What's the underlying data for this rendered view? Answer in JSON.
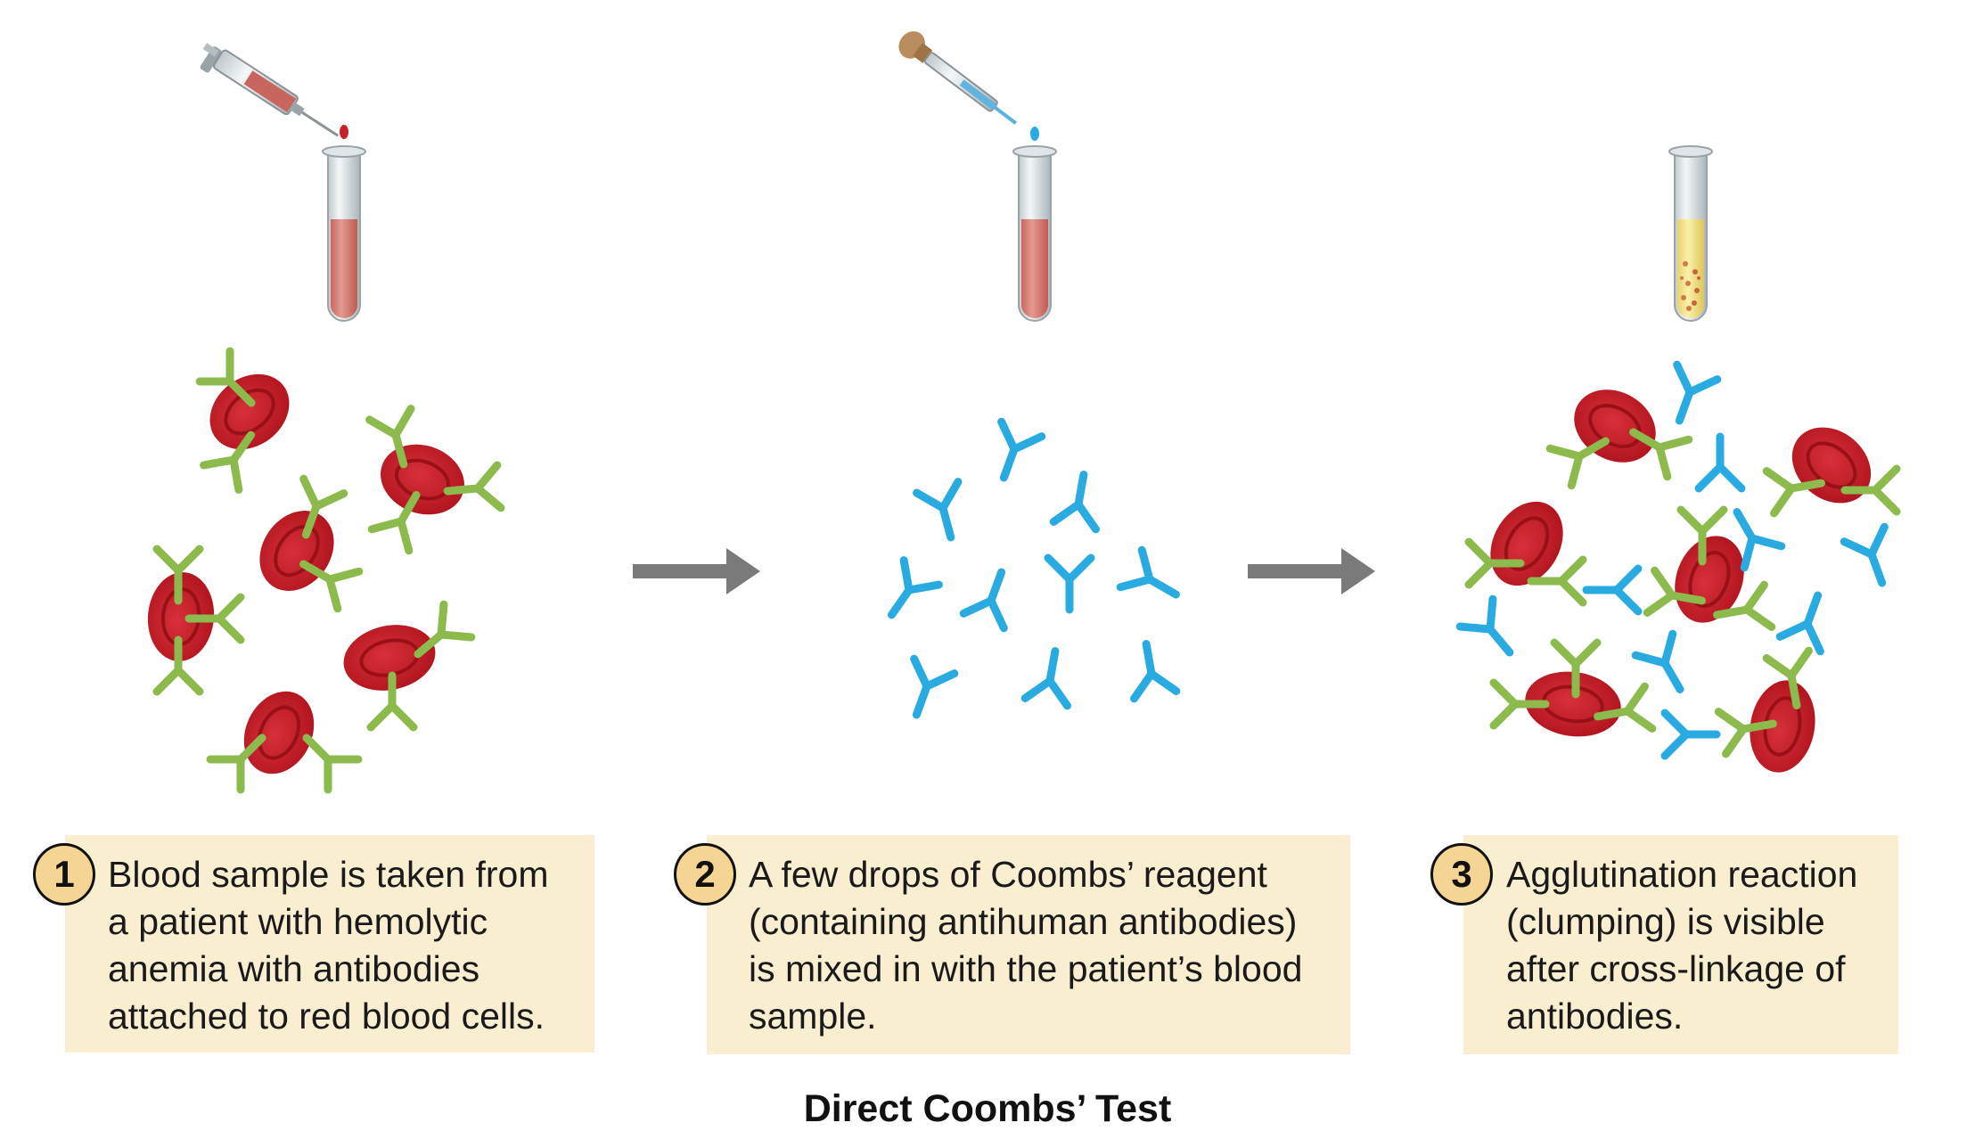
{
  "figure": {
    "title": "Direct Coombs’ Test"
  },
  "steps": [
    {
      "number": "1",
      "lines": [
        "Blood sample is taken from",
        "a patient with hemolytic",
        "anemia with antibodies",
        "attached to red blood cells."
      ]
    },
    {
      "number": "2",
      "lines": [
        "A few drops of Coombs’ reagent",
        "(containing antihuman antibodies)",
        "is mixed in with the patient’s blood",
        "sample."
      ]
    },
    {
      "number": "3",
      "lines": [
        "Agglutination reaction",
        "(clumping) is visible",
        "after cross-linkage of",
        "antibodies."
      ]
    }
  ],
  "colors": {
    "red_blood_cell": "#c8202a",
    "rbc_inner": "#a8141c",
    "patient_antibody": "#8cba4c",
    "coombs_antibody": "#29abe2",
    "arrow": "#7a7a7a",
    "caption_background": "#faeed0",
    "badge_fill": "#f5d593",
    "blood_in_tube": "#d97f78",
    "agglutinated_sample": "#f0e08a"
  },
  "icons": [
    "syringe-icon",
    "dropper-icon",
    "test-tube-icon",
    "red-blood-cell-icon",
    "antibody-icon",
    "arrow-right-icon"
  ]
}
